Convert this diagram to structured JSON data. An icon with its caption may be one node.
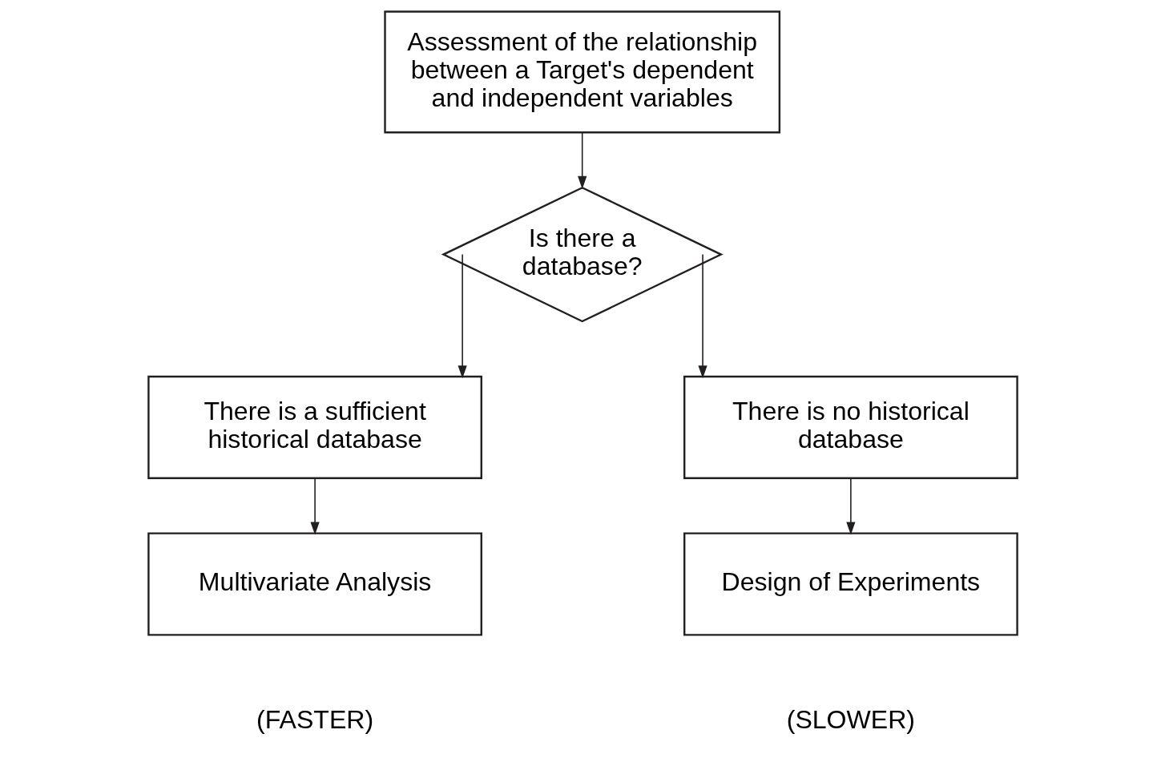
{
  "diagram": {
    "nodes": [
      {
        "text": [
          "Assessment of the relationship between a Target's dependent and independent variables"
        ]
      },
      {
        "text": [
          "Is there a database?"
        ]
      },
      {
        "text": [
          "There is a sufficient historical database"
        ]
      },
      {
        "text": [
          "There is no historical database"
        ]
      },
      {
        "text": [
          "Multivariate Analysis"
        ],
        "beside": [
          "(FASTER)"
        ]
      },
      {
        "text": [
          "Design of Experiments"
        ],
        "beside": [
          "(SLOWER)"
        ]
      }
    ],
    "edges": [
      {
        "from": 0,
        "to": 1,
        "arrow": "to"
      },
      {
        "from": 1,
        "to": 2,
        "arrow": "to"
      },
      {
        "from": 1,
        "to": 3,
        "arrow": "to"
      },
      {
        "from": 2,
        "to": 4,
        "arrow": "to"
      },
      {
        "from": 3,
        "to": 5,
        "arrow": "to"
      }
    ]
  }
}
